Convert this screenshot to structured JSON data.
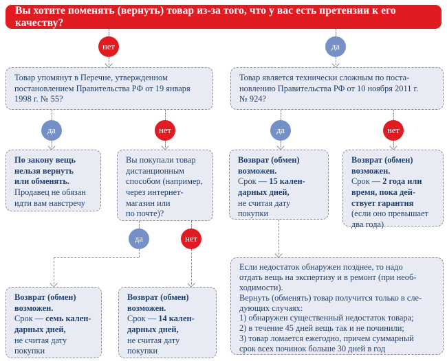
{
  "header": {
    "question": "Вы хотите поменять (вернуть) товар из-за того, что у вас есть претензии к его качеству?"
  },
  "answers": {
    "yes": "да",
    "no": "нет"
  },
  "colors": {
    "red": "#e01b22",
    "blue": "#7590c6",
    "boxBg": "#e9ebf4",
    "txt": "#20406d",
    "line": "#8f8f8f"
  },
  "boxes": {
    "list_question": {
      "text": "Товар упомянут в Перечне, утвержденном\nпостановлением Правительства РФ от 19 января\n1998 г. № 55?"
    },
    "tech_question": {
      "text": "Товар является технически сложным по поста-\nновлению Правительства РФ от 10 ноября 2011 г.\n№ 924?"
    },
    "no_return": {
      "bold": "По закону вещь\nнельзя вернуть\nили обменять.\n",
      "regular": "Продавец не обязан\nидти вам навстречу"
    },
    "distance_question": {
      "text": "Вы покупали товар\nдистанционным\nспособом (например,\nчерез интернет-\nмагазин или\nпо почте)?"
    },
    "return_15": {
      "title": "Возврат (обмен)\nвозможен.\n",
      "term_label": "Срок — ",
      "term_bold": "15 кален-\nдарных дней,",
      "term_rest": "\nне считая дату\nпокупки"
    },
    "return_warranty": {
      "title": "Возврат (обмен)\nвозможен.\n",
      "term_label": "Срок — ",
      "term_bold": "2 года или\nвремя, пока дей-\nствует гарантия",
      "term_rest": "\n(если оно превышает\nдва года)"
    },
    "return_7": {
      "title": "Возврат (обмен)\nвозможен.\n",
      "term_label": "Срок — ",
      "term_bold": "семь кален-\nдарных дней,",
      "term_rest": "\nне считая дату\nпокупки"
    },
    "return_14": {
      "title": "Возврат (обмен)\nвозможен.\n",
      "term_label": "Срок — ",
      "term_bold": "14 кален-\nдарных дней,",
      "term_rest": "\nне считая дату\nпокупки"
    },
    "late_defect": {
      "text": "Если недостаток обнаружен позднее, то надо\nотдать вещь на экспертизу и в ремонт (при необ-\nходимости).\nВернуть (обменять) товар получится только в сле-\nдующих случаях:\n1) обнаружен существенный недостаток товара;\n2) в течение 45 дней вещь так и не починили;\n3) товар ломается ежегодно, причем суммарный\nсрок всех починок больше 30 дней в год"
    }
  }
}
